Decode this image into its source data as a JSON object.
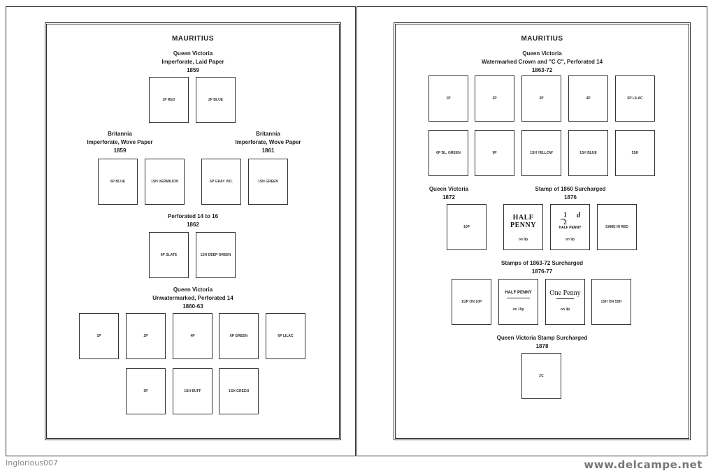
{
  "left": {
    "title": "MAURITIUS",
    "sections": {
      "s1": {
        "l1": "Queen Victoria",
        "l2": "Imperforate, Laid Paper",
        "l3": "1859"
      },
      "s2a": {
        "l1": "Britannia",
        "l2": "Imperforate, Wove Paper",
        "l3": "1859"
      },
      "s2b": {
        "l1": "Britannia",
        "l2": "Imperforate, Wove Paper",
        "l3": "1861"
      },
      "s3": {
        "l1": "Perforated 14 to 16",
        "l2": "1862"
      },
      "s4": {
        "l1": "Queen Victoria",
        "l2": "Unwatermarked, Perforated 14",
        "l3": "1860-63"
      }
    },
    "stamps": {
      "a1": "1p Red",
      "a2": "2p Blue",
      "b1": "6p Blue",
      "b2": "1sh Vermilion",
      "b3": "6p Gray Vio.",
      "b4": "1sh Green",
      "c1": "6p Slate",
      "c2": "1sh Deep Green",
      "d1": "1p",
      "d2": "2p",
      "d3": "4p",
      "d4": "6p Green",
      "d5": "6p Lilac",
      "e1": "9p",
      "e2": "1sh Buff",
      "e3": "1sh Green"
    }
  },
  "right": {
    "title": "MAURITIUS",
    "sections": {
      "s1": {
        "l1": "Queen Victoria",
        "l2": "Watermarked Crown and \"C C\", Perforated 14",
        "l3": "1863-72"
      },
      "s2a": {
        "l1": "Queen Victoria",
        "l2": "1872"
      },
      "s2b": {
        "l1": "Stamp of 1860 Surcharged",
        "l2": "1876"
      },
      "s3": {
        "l1": "Stamps of 1863-72 Surcharged",
        "l2": "1876-77"
      },
      "s4": {
        "l1": "Queen Victoria Stamp Surcharged",
        "l2": "1878"
      }
    },
    "stamps": {
      "a1": "1p",
      "a2": "2p",
      "a3": "3p",
      "a4": "4p",
      "a5": "6p Lilac",
      "b1": "6p Bl. Green",
      "b2": "9p",
      "b3": "1sh Yellow",
      "b4": "1sh Blue",
      "b5": "5sh",
      "c1": "10p",
      "c4": "Same in Red",
      "d1": "1/2p on 10p",
      "e1": "2c"
    },
    "overprints": {
      "half": "HALF",
      "penny": "PENNY",
      "frac_num": "1",
      "frac_den": "2",
      "frac_d": "d",
      "half_penny_small": "HALF PENNY",
      "half_penny_line": "HALF PENNY",
      "one_penny": "One Penny"
    },
    "on_labels": {
      "c2": "on 9p",
      "c3": "on 9p",
      "d2": "on 10p",
      "d3": "on 4p",
      "d4": "1sh on 5sh"
    }
  },
  "watermarks": {
    "user": "Inglorious007",
    "site": "www.delcampe.net"
  }
}
